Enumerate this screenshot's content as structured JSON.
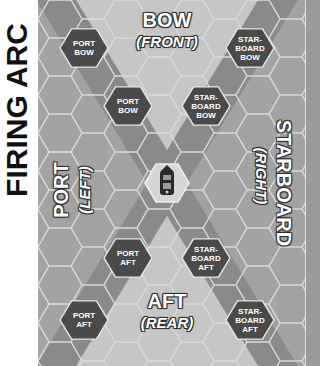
{
  "diagram": {
    "nodes": [
      {
        "text": [
          "PORT BOW"
        ]
      },
      {
        "text": [
          "STAR-BOARD BOW"
        ]
      },
      {
        "text": [
          "PORT BOW"
        ]
      },
      {
        "text": [
          "STAR-BOARD BOW"
        ]
      },
      {
        "text": [
          "PORT AFT"
        ]
      },
      {
        "text": [
          "STAR-BOARD AFT"
        ]
      },
      {
        "text": [
          "PORT AFT"
        ]
      },
      {
        "text": [
          "STAR-BOARD AFT"
        ]
      }
    ],
    "labels": [
      "FIRING ARC",
      "BOW",
      "(FRONT)",
      "PORT",
      "(LEFT)",
      "STARBOARD",
      "(RIGHT)",
      "AFT",
      "(REAR)"
    ]
  }
}
